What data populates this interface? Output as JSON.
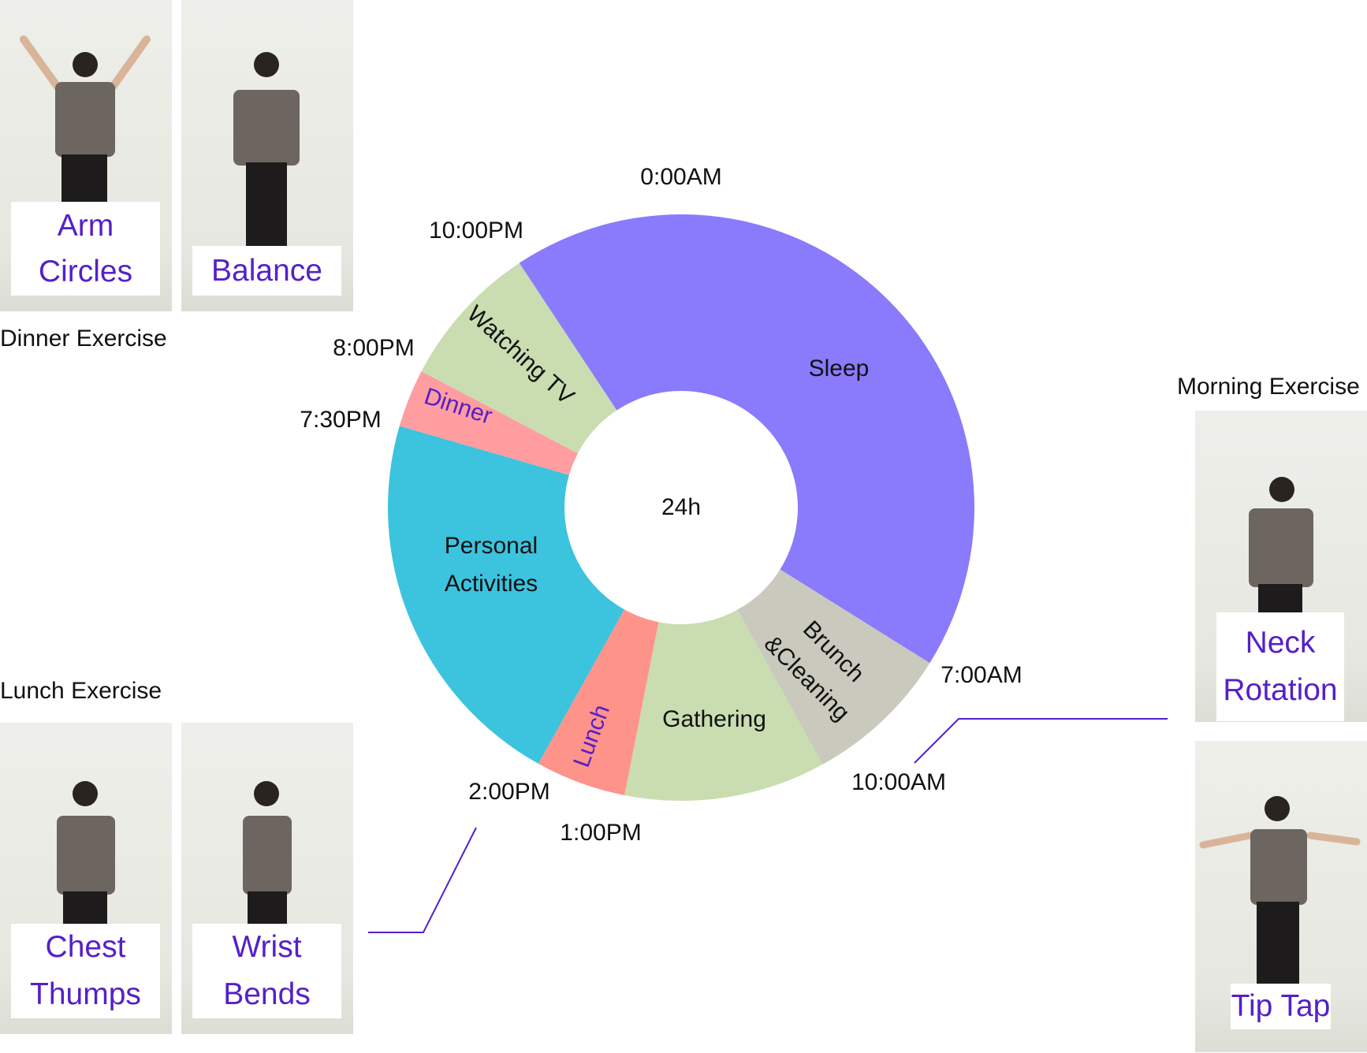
{
  "chart_data": {
    "type": "pie",
    "title": "",
    "center_label": "24h",
    "slices": [
      {
        "name": "Sleep",
        "value": 43.2,
        "color": "#8a7afc"
      },
      {
        "name": "Brunch &Cleaning",
        "value": 8.1,
        "color": "#c9c9bd"
      },
      {
        "name": "Gathering",
        "value": 11.1,
        "color": "#c9ddb0"
      },
      {
        "name": "Lunch",
        "value": 5.0,
        "color": "#fe938a"
      },
      {
        "name": "Personal Activities",
        "value": 21.4,
        "color": "#3cc3de"
      },
      {
        "name": "Dinner",
        "value": 3.2,
        "color": "#ff9da0"
      },
      {
        "name": "Watching TV",
        "value": 8.0,
        "color": "#c9ddb0"
      }
    ],
    "segment_labels": {
      "sleep": "Sleep",
      "brunch_line1": "Brunch",
      "brunch_line2": "&Cleaning",
      "gathering": "Gathering",
      "lunch": "Lunch",
      "personal_line1": "Personal",
      "personal_line2": "Activities",
      "dinner": "Dinner",
      "watching_tv": "Watching TV"
    },
    "time_labels": {
      "t0000": "0:00AM",
      "t2200": "10:00PM",
      "t2000": "8:00PM",
      "t1930": "7:30PM",
      "t0700": "7:00AM",
      "t1000": "10:00AM",
      "t1400": "2:00PM",
      "t1300": "1:00PM"
    },
    "accent_color": "#5520c8"
  },
  "sections": {
    "dinner": {
      "title": "Dinner Exercise",
      "exercises": [
        "Arm Circles",
        "Balance"
      ]
    },
    "lunch": {
      "title": "Lunch Exercise",
      "exercises": [
        "Chest Thumps",
        "Wrist Bends"
      ]
    },
    "morning": {
      "title": "Morning Exercise",
      "exercises": [
        "Neck Rotation",
        "Tip Tap"
      ]
    }
  }
}
